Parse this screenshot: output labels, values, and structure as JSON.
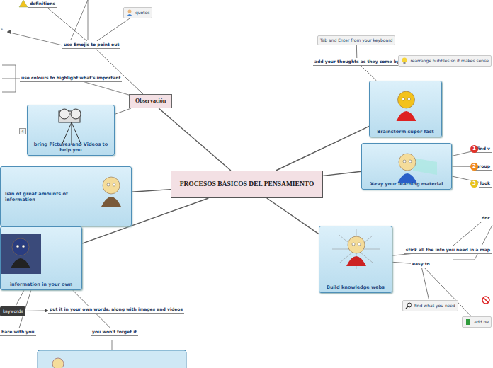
{
  "diagram": {
    "nodes": [
      {
        "text": [
          "PROCESOS BÁSICOS DEL PENSAMIENTO"
        ]
      },
      {
        "text": [
          "Observación"
        ]
      },
      {
        "text": [
          "use Emojis to point out"
        ]
      },
      {
        "text": [
          "definitions"
        ]
      },
      {
        "text": [
          "quotes"
        ]
      },
      {
        "text": [
          "use colours to highlight what's important"
        ]
      },
      {
        "text": [
          "bring Pictures and Videos to help you"
        ]
      },
      {
        "text": [
          "Brainstorm super fast"
        ]
      },
      {
        "text": [
          "add your thoughts as they come by"
        ]
      },
      {
        "text": [
          "Tab and Enter from your keyboard"
        ]
      },
      {
        "text": [
          "rearrange bubbles so it makes sense"
        ]
      },
      {
        "text": [
          "X-ray your learning material"
        ]
      },
      {
        "text": [
          "find v"
        ]
      },
      {
        "text": [
          "group"
        ]
      },
      {
        "text": [
          "look"
        ]
      },
      {
        "text": [
          "Build knowledge webs"
        ]
      },
      {
        "text": [
          "stick all the info you need in a map"
        ]
      },
      {
        "text": [
          "doc"
        ]
      },
      {
        "text": [
          "easy to"
        ]
      },
      {
        "text": [
          "find what you need"
        ]
      },
      {
        "text": [
          "add ne"
        ]
      },
      {
        "text": [
          "lian of great amounts of information"
        ]
      },
      {
        "text": [
          "information in your own"
        ]
      },
      {
        "text": [
          "keywords"
        ]
      },
      {
        "text": [
          "put it in your own words, along with images and videos"
        ]
      },
      {
        "text": [
          "hare with you"
        ]
      },
      {
        "text": [
          "you won't forget it"
        ]
      }
    ],
    "edges": [
      {
        "from": 0,
        "to": 1,
        "arrow": "none"
      },
      {
        "from": 0,
        "to": 7,
        "arrow": "none"
      },
      {
        "from": 0,
        "to": 11,
        "arrow": "none"
      },
      {
        "from": 0,
        "to": 15,
        "arrow": "none"
      },
      {
        "from": 0,
        "to": 21,
        "arrow": "none"
      },
      {
        "from": 0,
        "to": 22,
        "arrow": "none"
      },
      {
        "from": 1,
        "to": 2,
        "arrow": "none"
      },
      {
        "from": 2,
        "to": 3,
        "arrow": "none"
      },
      {
        "from": 2,
        "to": 4,
        "arrow": "none"
      },
      {
        "from": 1,
        "to": 5,
        "arrow": "none"
      },
      {
        "from": 1,
        "to": 6,
        "arrow": "none"
      },
      {
        "from": 7,
        "to": 8,
        "arrow": "none"
      },
      {
        "from": 8,
        "to": 9,
        "arrow": "none"
      },
      {
        "from": 8,
        "to": 10,
        "arrow": "none"
      },
      {
        "from": 11,
        "to": 12,
        "arrow": "none"
      },
      {
        "from": 11,
        "to": 13,
        "arrow": "none"
      },
      {
        "from": 11,
        "to": 14,
        "arrow": "none"
      },
      {
        "from": 15,
        "to": 16,
        "arrow": "none"
      },
      {
        "from": 16,
        "to": 17,
        "arrow": "none"
      },
      {
        "from": 15,
        "to": 18,
        "arrow": "none"
      },
      {
        "from": 18,
        "to": 19,
        "arrow": "none"
      },
      {
        "from": 18,
        "to": 20,
        "arrow": "none"
      },
      {
        "from": 22,
        "to": 23,
        "arrow": "none"
      },
      {
        "from": 23,
        "to": 24,
        "arrow": "to"
      },
      {
        "from": 22,
        "to": 25,
        "arrow": "none"
      },
      {
        "from": 22,
        "to": 26,
        "arrow": "none"
      }
    ],
    "labels": [
      "s",
      "1",
      "2",
      "3",
      "4"
    ]
  }
}
